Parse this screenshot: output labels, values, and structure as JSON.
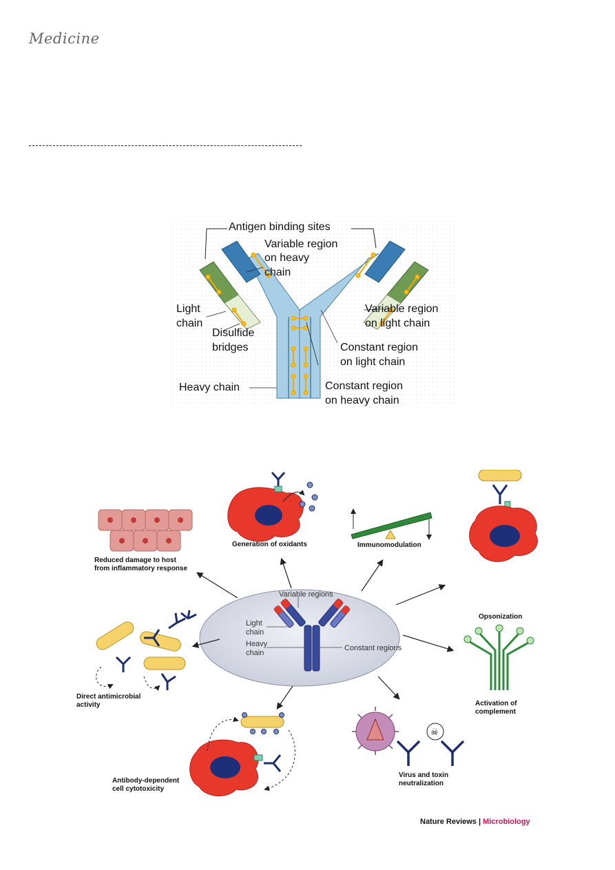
{
  "header": {
    "title": "Medicine"
  },
  "figure1": {
    "labels": {
      "antigen_binding_sites": "Antigen binding sites",
      "variable_heavy": [
        "Variable region",
        "on heavy",
        "chain"
      ],
      "light_chain": [
        "Light",
        "chain"
      ],
      "disulfide": [
        "Disulfide",
        "bridges"
      ],
      "variable_light": [
        "Variable region",
        "on light chain"
      ],
      "constant_light": [
        "Constant region",
        "on light chain"
      ],
      "heavy_chain": "Heavy chain",
      "constant_heavy": [
        "Constant region",
        "on heavy chain"
      ]
    },
    "colors": {
      "heavy": "#a9cfe6",
      "variable_heavy": "#3a7cb4",
      "light_var": "#6f9c52",
      "light_const": "#e5efd6",
      "bridge": "#f2a900"
    }
  },
  "figure2": {
    "center": {
      "variable_regions": "Variable regions",
      "light_chain": [
        "Light",
        "chain"
      ],
      "heavy_chain": [
        "Heavy",
        "chain"
      ],
      "constant_regions": "Constant regions"
    },
    "functions": {
      "reduced_damage": [
        "Reduced damage to host",
        "from inflammatory response"
      ],
      "oxidants": "Generation of oxidants",
      "immunomodulation": "Immunomodulation",
      "opsonization": "Opsonization",
      "complement": [
        "Activation of",
        "complement"
      ],
      "neutralization": [
        "Virus and toxin",
        "neutralization"
      ],
      "adcc": [
        "Antibody-dependent",
        "cell cytotoxicity"
      ],
      "antimicrobial": [
        "Direct antimicrobial",
        "activity"
      ]
    },
    "credit": {
      "source": "Nature Reviews",
      "separator": " | ",
      "journal": "Microbiology"
    },
    "colors": {
      "antibody": "#1f2f6e",
      "cell": "#e8382c",
      "nucleus": "#1c2f78",
      "bacterium": "#f5d36a",
      "ellipse": "#d8dbe6",
      "journal": "#c2185b"
    }
  }
}
